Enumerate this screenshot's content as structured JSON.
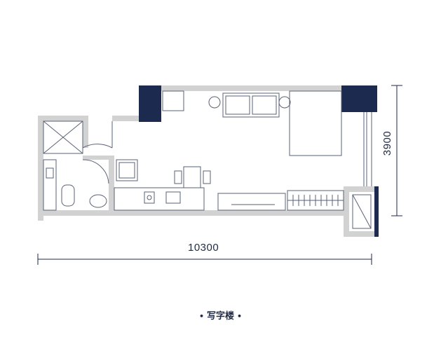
{
  "dimensions": {
    "width_label": "10300",
    "height_label": "3900"
  },
  "caption": {
    "text": "写字楼",
    "bullet": "•"
  },
  "colors": {
    "wall": "#d2d2d2",
    "column": "#1b2a4e",
    "line": "#5a6275",
    "accent": "#1f2a44"
  }
}
